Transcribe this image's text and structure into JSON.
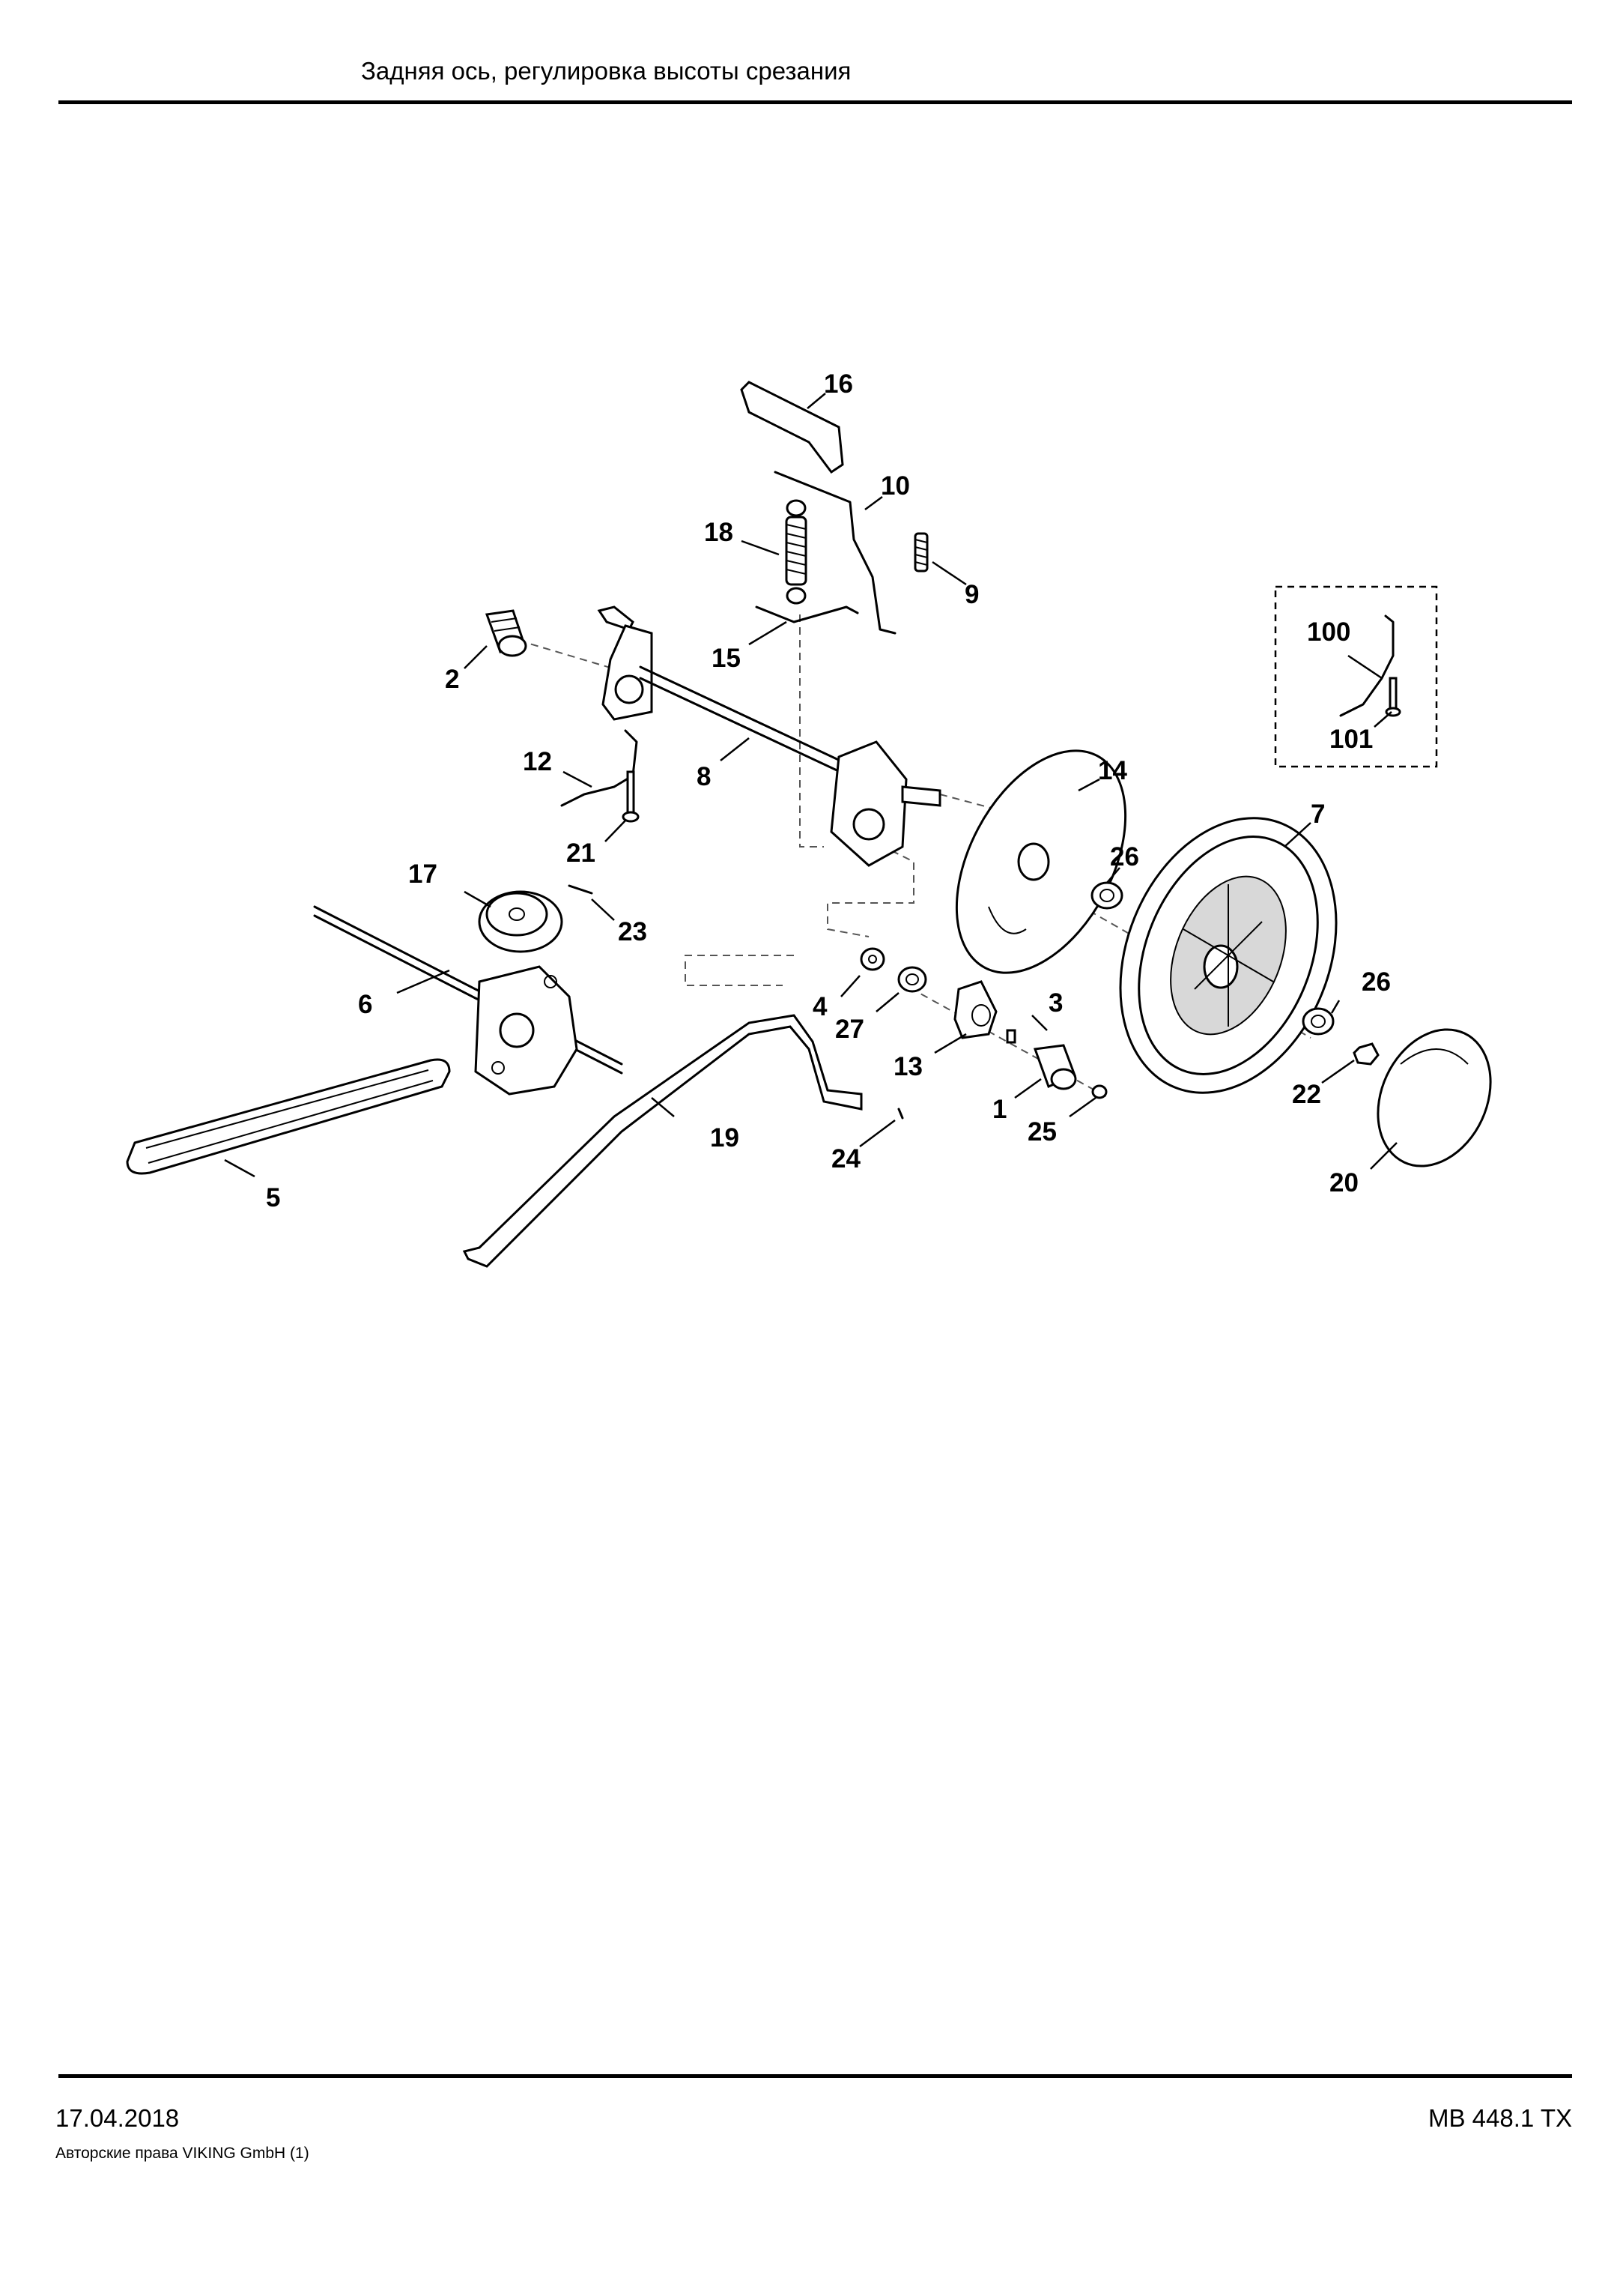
{
  "header": {
    "title": "Задняя ось, регулировка высоты срезания"
  },
  "footer": {
    "date": "17.04.2018",
    "copyright": "Авторские права VIKING GmbH  (1)",
    "model": "MB 448.1 TX"
  },
  "diagram": {
    "callouts": [
      "16",
      "10",
      "18",
      "9",
      "15",
      "2",
      "8",
      "12",
      "21",
      "14",
      "26",
      "7",
      "100",
      "101",
      "17",
      "23",
      "6",
      "4",
      "27",
      "3",
      "13",
      "1",
      "25",
      "26",
      "22",
      "19",
      "24",
      "5",
      "20"
    ]
  }
}
